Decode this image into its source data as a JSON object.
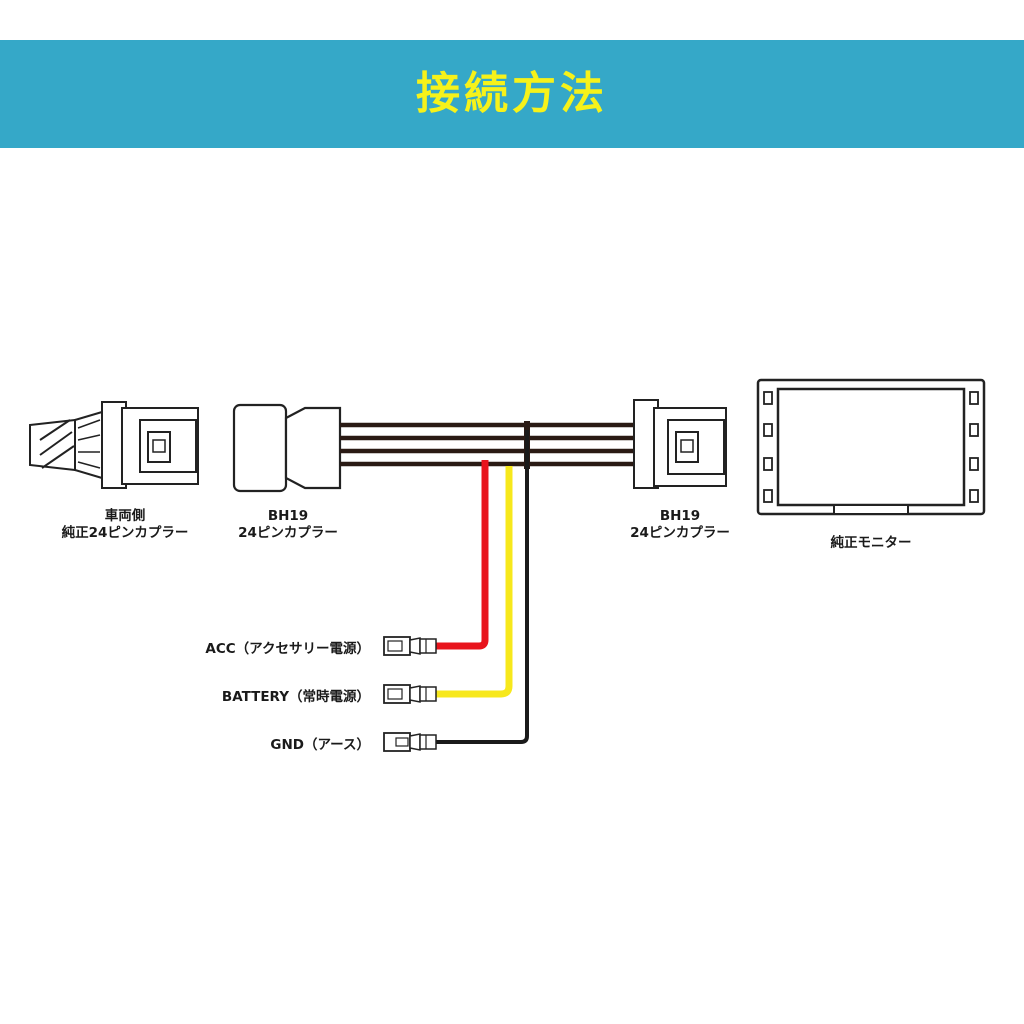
{
  "header": {
    "title": "接続方法"
  },
  "labels": {
    "vehicle_line1": "車両側",
    "vehicle_line2": "純正24ピンカプラー",
    "adapter_line1": "BH19",
    "adapter_line2": "24ピンカプラー",
    "monitor_coupler_line1": "BH19",
    "monitor_coupler_line2": "24ピンカプラー",
    "monitor": "純正モニター"
  },
  "wires": {
    "acc": "ACC（アクセサリー電源）",
    "battery": "BATTERY（常時電源）",
    "gnd": "GND（アース）"
  },
  "colors": {
    "banner": "#35a8c8",
    "title": "#f6f21a",
    "acc_wire": "#e8141c",
    "battery_wire": "#f7e81c",
    "gnd_wire": "#1a1a1a",
    "harness": "#2a1a14"
  }
}
